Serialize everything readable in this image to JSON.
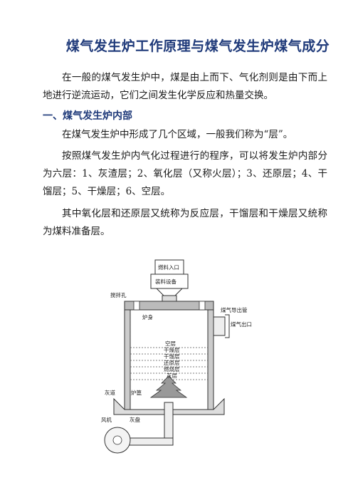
{
  "title": "煤气发生炉工作原理与煤气发生炉煤气成分",
  "paragraphs": {
    "intro": "在一般的煤气发生炉中，煤是由上而下、气化剂则是由下而上地进行逆流运动，它们之间发生化学反应和热量交换。",
    "p1": "在煤气发生炉中形成了几个区域，一般我们称为“层”。",
    "p2": "按照煤气发生炉内气化过程进行的程序，可以将发生炉内部分为六层：1、灰渣层；2、氧化层（又称火层）；3、还原层；4、干馏层；5、干燥层；6、空层。",
    "p3": "其中氧化层和还原层又统称为反应层，干馏层和干燥层又统称为煤料准备层。"
  },
  "section1": "一、煤气发生炉内部",
  "diagram": {
    "fuel_inlet": "燃料入口",
    "feeder": "装料设备",
    "stir_hole": "搅拌孔",
    "gas_pipe": "煤气导出管",
    "gas_outlet": "煤气出口",
    "furnace_body": "炉身",
    "layer_empty": "空层",
    "layer_dry": "干燥层",
    "layer_distill": "干馏层",
    "layer_reduce": "还原层",
    "layer_burn": "燃烧层",
    "layer_ash": "灰层",
    "ash_channel": "灰道",
    "grate": "炉篦",
    "ash_pan": "灰盘",
    "fan": "风机"
  }
}
